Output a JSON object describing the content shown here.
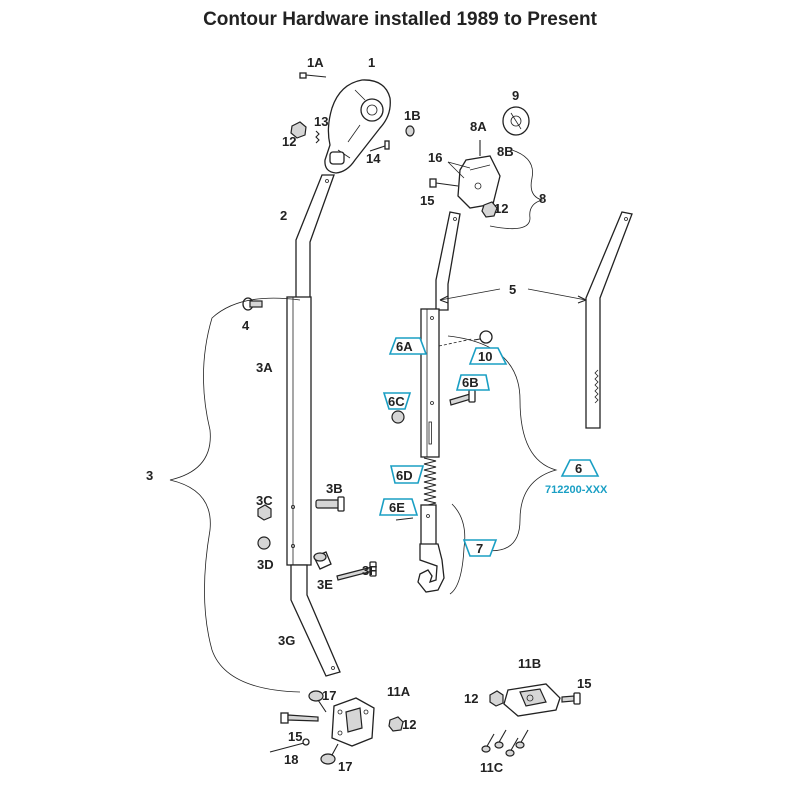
{
  "title": "Contour Hardware installed 1989 to Present",
  "labels": {
    "p1": "1",
    "p1A": "1A",
    "p1B": "1B",
    "p2": "2",
    "p3": "3",
    "p3A": "3A",
    "p3B": "3B",
    "p3C": "3C",
    "p3D": "3D",
    "p3E": "3E",
    "p3F": "3F",
    "p3G": "3G",
    "p4": "4",
    "p5": "5",
    "p8": "8",
    "p8A": "8A",
    "p8B": "8B",
    "p9": "9",
    "p11A": "11A",
    "p11B": "11B",
    "p11C": "11C",
    "p12a": "12",
    "p12b": "12",
    "p12c": "12",
    "p12d": "12",
    "p13": "13",
    "p14": "14",
    "p15a": "15",
    "p15b": "15",
    "p15c": "15",
    "p16": "16",
    "p17a": "17",
    "p17b": "17",
    "p18": "18"
  },
  "badges": {
    "b6": "6",
    "b6A": "6A",
    "b6B": "6B",
    "b6C": "6C",
    "b6D": "6D",
    "b6E": "6E",
    "b7": "7",
    "b10": "10"
  },
  "part_number": "712200-XXX",
  "colors": {
    "badge": "#1a9fc4",
    "line": "#222222"
  }
}
